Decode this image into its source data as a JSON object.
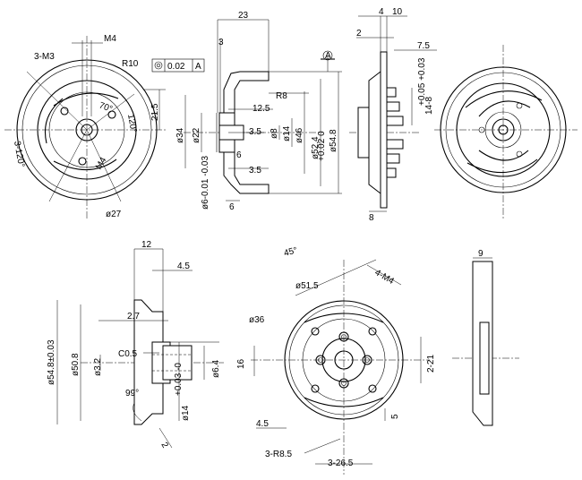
{
  "view1": {
    "top_m4": "M4",
    "holes_m3": "3-M3",
    "r10": "R10",
    "ang70": "70°",
    "ang120": "120°",
    "three120": "3-120°",
    "m4": "M4",
    "dia27": "ø27",
    "v21_5": "21.5"
  },
  "flatness": {
    "symbol": "◎",
    "value": "0.02",
    "datum": "A"
  },
  "datum_a": "A",
  "view2": {
    "top23": "23",
    "three": "3",
    "r8": "R8",
    "d12_5": "12.5",
    "d3_5a": "3.5",
    "d3_5b": "3.5",
    "six": "6",
    "six_b": "6",
    "dia34": "ø34",
    "dia22": "ø22",
    "dia8": "ø8",
    "dia14": "ø14",
    "dia46": "ø46",
    "dia52": "ø52.4",
    "dia52tol": "+0.02 0",
    "dia54": "ø54.8",
    "dia6tol": "ø6-0.01 -0.03"
  },
  "view3": {
    "four": "4",
    "ten": "10",
    "two": "2",
    "seven5": "7.5",
    "fourteen": "14-8",
    "tol": "+0.05 +0.03",
    "eight": "8"
  },
  "view5": {
    "twelve": "12",
    "four5": "4.5",
    "two7": "2.7",
    "c05": "C0.5",
    "dia54": "ø54.8±0.03",
    "dia50": "ø50.8",
    "dia32": "ø3.2",
    "dia64": "ø6.4",
    "dia14": "ø14",
    "dia14tol": "+0.03 -0",
    "ang99": "99°",
    "two": "2"
  },
  "view6": {
    "ang45": "45°",
    "m4": "4-M4",
    "dia51_5": "ø51.5",
    "dia36": "ø36",
    "sixteen": "16",
    "two21": "2-21",
    "four5": "4.5",
    "five": "5",
    "r8_5": "3-R8.5",
    "three26_5": "3-26.5"
  },
  "view7": {
    "nine": "9"
  }
}
